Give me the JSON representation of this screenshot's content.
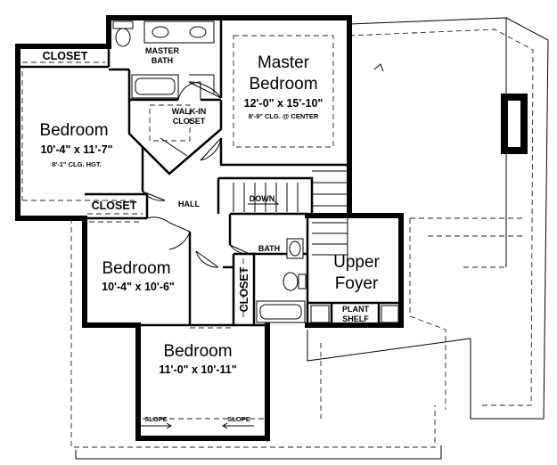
{
  "rooms": {
    "master_bedroom": {
      "name_line1": "Master",
      "name_line2": "Bedroom",
      "size": "12'-0\" x 15'-10\"",
      "ceiling": "8'-9\" CLG. @ CENTER"
    },
    "master_bath": {
      "line1": "MASTER",
      "line2": "BATH"
    },
    "walk_in_closet": {
      "line1": "WALK-IN",
      "line2": "CLOSET"
    },
    "bedroom_left": {
      "name": "Bedroom",
      "size": "10'-4\" x 11'-7\"",
      "ceiling": "8'-1\" CLG. HGT."
    },
    "bedroom_middle": {
      "name": "Bedroom",
      "size": "10'-4\" x 10'-6\""
    },
    "bedroom_bottom": {
      "name": "Bedroom",
      "size": "11'-0\" x 10'-11\""
    },
    "closet_top": "CLOSET",
    "closet_mid": "CLOSET",
    "closet_vertical": "CLOSET",
    "hall": "HALL",
    "bath": "BATH",
    "upper_foyer": {
      "line1": "Upper",
      "line2": "Foyer"
    },
    "plant_shelf": {
      "line1": "PLANT",
      "line2": "SHELF"
    },
    "stair_label": "DOWN",
    "slope_left": "SLOPE",
    "slope_right": "SLOPE"
  }
}
